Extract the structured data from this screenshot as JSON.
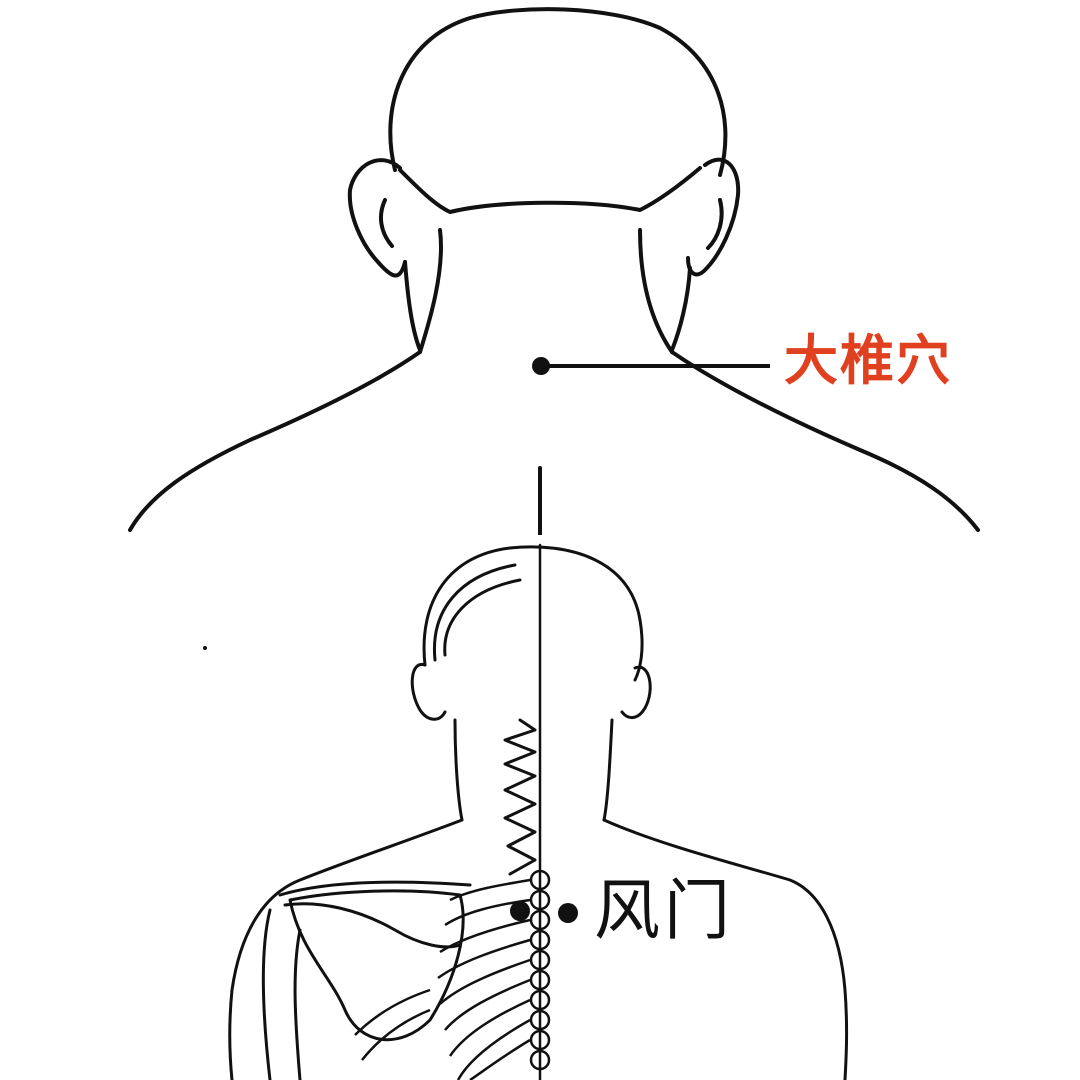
{
  "acupoints": [
    {
      "id": "dazhui",
      "label": "大椎穴",
      "color": "#e0401f"
    },
    {
      "id": "fengmen",
      "label": "风门",
      "color": "#111111"
    }
  ],
  "line_color": "#111111",
  "background_color": "#ffffff"
}
